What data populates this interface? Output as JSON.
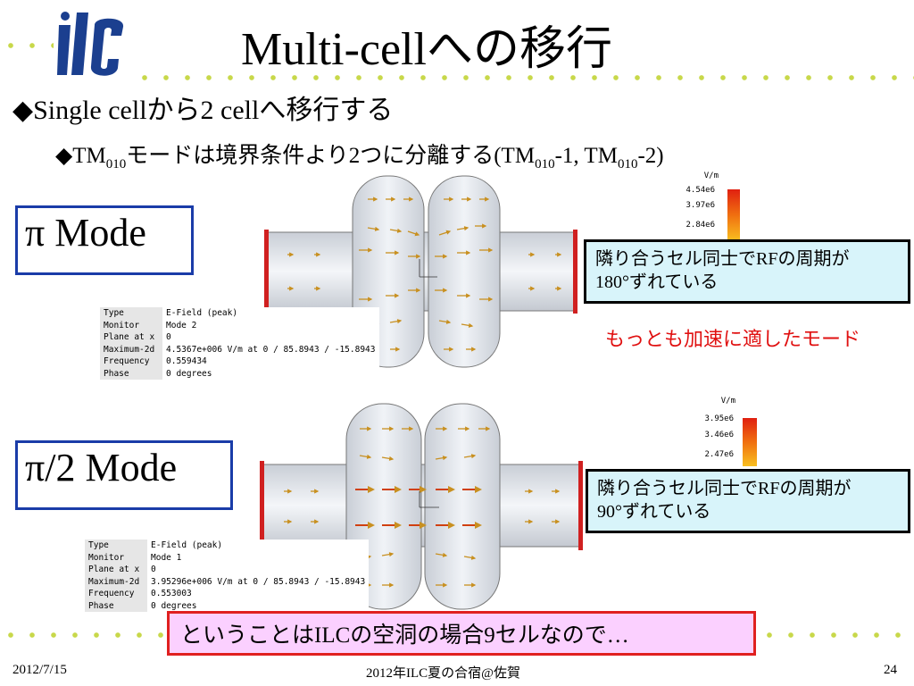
{
  "slide": {
    "title": "Multi-cellへの移行",
    "bullet1": "◆Single cellから2 cellへ移行する",
    "bullet2": {
      "prefix": "◆TM",
      "sub1": "010",
      "mid": "モードは境界条件より2つに分離する(TM",
      "sub2": "010",
      "mid2": "-1, TM",
      "sub3": "010",
      "suffix": "-2)"
    }
  },
  "pi_mode": {
    "label": "π Mode",
    "info": [
      {
        "k": "Type",
        "v": "E-Field (peak)"
      },
      {
        "k": "Monitor",
        "v": "Mode 2"
      },
      {
        "k": "Plane at x",
        "v": "0"
      },
      {
        "k": "Maximum-2d",
        "v": "4.5367e+006 V/m at 0 / 85.8943 / -15.8943"
      },
      {
        "k": "Frequency",
        "v": "0.559434"
      },
      {
        "k": "Phase",
        "v": "0 degrees"
      }
    ],
    "legend": {
      "unit": "V/m",
      "ticks": [
        "4.54e6",
        "3.97e6",
        "2.84e6"
      ]
    },
    "callout": [
      "隣り合うセル同士でRFの周期が",
      "180°ずれている"
    ],
    "note": "もっとも加速に適したモード"
  },
  "half_pi_mode": {
    "label": "π/2 Mode",
    "info": [
      {
        "k": "Type",
        "v": "E-Field (peak)"
      },
      {
        "k": "Monitor",
        "v": "Mode 1"
      },
      {
        "k": "Plane at x",
        "v": "0"
      },
      {
        "k": "Maximum-2d",
        "v": "3.95296e+006 V/m at 0 / 85.8943 / -15.8943"
      },
      {
        "k": "Frequency",
        "v": "0.553003"
      },
      {
        "k": "Phase",
        "v": "0 degrees"
      }
    ],
    "legend": {
      "unit": "V/m",
      "ticks": [
        "3.95e6",
        "3.46e6",
        "2.47e6"
      ]
    },
    "callout": [
      "隣り合うセル同士でRFの周期が",
      "90°ずれている"
    ]
  },
  "conclusion": "ということはILCの空洞の場合9セルなので…",
  "footer": {
    "date": "2012/7/15",
    "event": "2012年ILC夏の合宿@佐賀",
    "page": "24"
  },
  "colors": {
    "dots": "#c8d84a",
    "box_border": "#1a3ca8",
    "callout_bg": "#d8f4fa",
    "pink_bg": "#fbd0ff",
    "red": "#e01010",
    "logo": "#1b3f8f"
  }
}
